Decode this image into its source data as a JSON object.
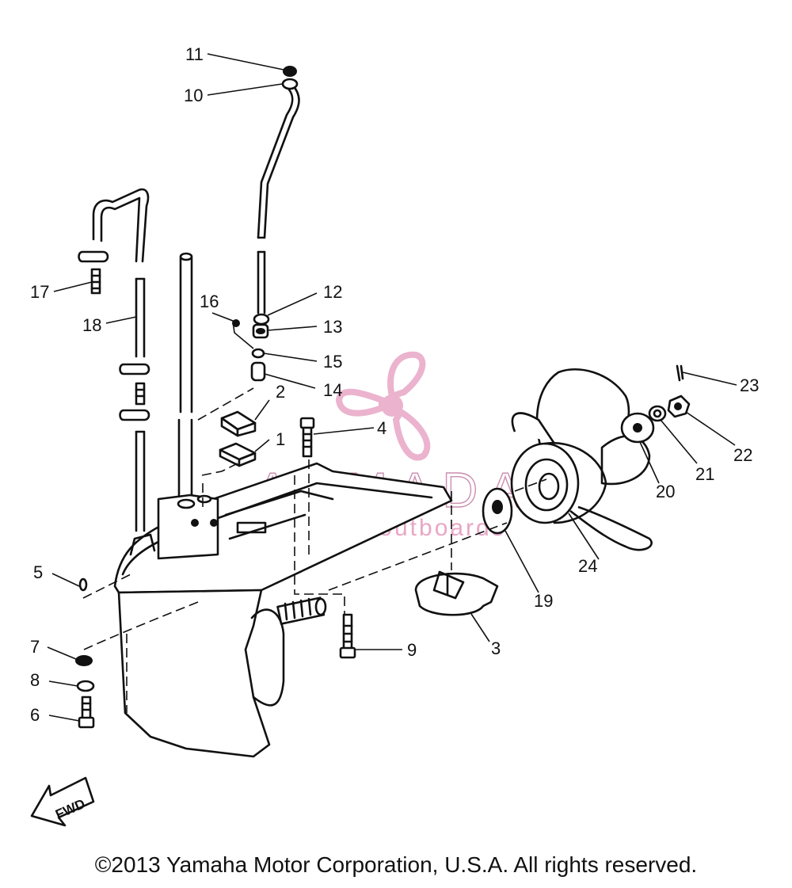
{
  "labels": {
    "p1": "1",
    "p2": "2",
    "p3": "3",
    "p4": "4",
    "p5": "5",
    "p6": "6",
    "p7": "7",
    "p8": "8",
    "p9": "9",
    "p10": "10",
    "p11": "11",
    "p12": "12",
    "p13": "13",
    "p14": "14",
    "p15": "15",
    "p16": "16",
    "p17": "17",
    "p18": "18",
    "p19": "19",
    "p20": "20",
    "p21": "21",
    "p22": "22",
    "p23": "23",
    "p24": "24"
  },
  "fwd_label": "FWD",
  "watermark": {
    "brand": "ARMADA",
    "tagline": "marine outboards",
    "color": "#e8a6c6"
  },
  "copyright": "©2013 Yamaha Motor Corporation, U.S.A. All rights reserved."
}
